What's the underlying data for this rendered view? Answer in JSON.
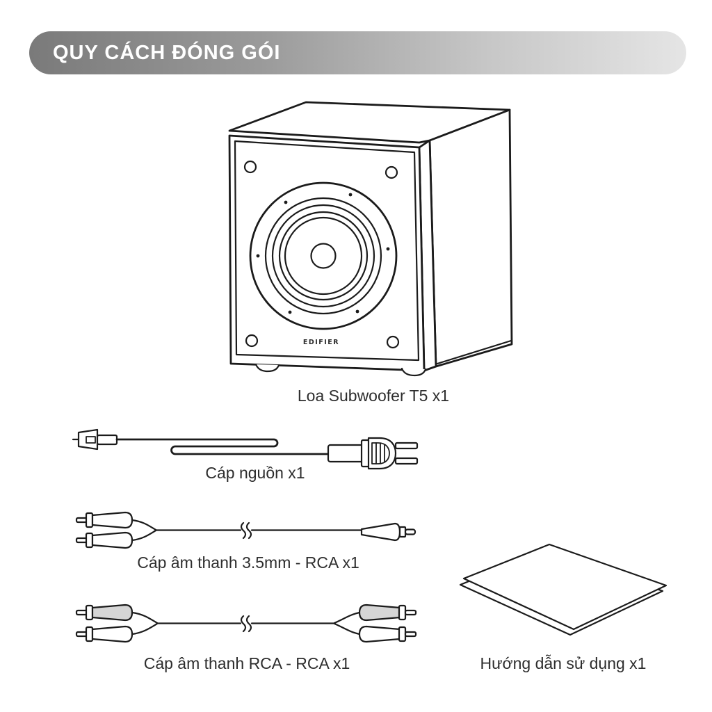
{
  "header": {
    "title": "QUY CÁCH ĐÓNG GÓI"
  },
  "items": {
    "subwoofer": {
      "caption": "Loa Subwoofer T5 x1",
      "brand": "EDIFIER"
    },
    "power_cable": {
      "caption": "Cáp nguồn x1"
    },
    "aux_cable": {
      "caption": "Cáp âm thanh 3.5mm - RCA x1"
    },
    "rca_cable": {
      "caption": "Cáp âm thanh RCA - RCA x1"
    },
    "manual": {
      "caption": "Hướng dẫn sử dụng x1"
    }
  },
  "counts": {
    "subwoofer": "x1",
    "power_cable": "x1",
    "aux_cable": "x1",
    "rca_cable": "x1",
    "manual": "x1"
  },
  "colors": {
    "banner_gradient_start": "#7a7a7a",
    "banner_gradient_end": "#e5e5e5",
    "banner_text": "#ffffff",
    "line_art": "#1b1b1b",
    "caption_text": "#2d2d2d",
    "rca_plug_gray": "#d6d6d6"
  }
}
